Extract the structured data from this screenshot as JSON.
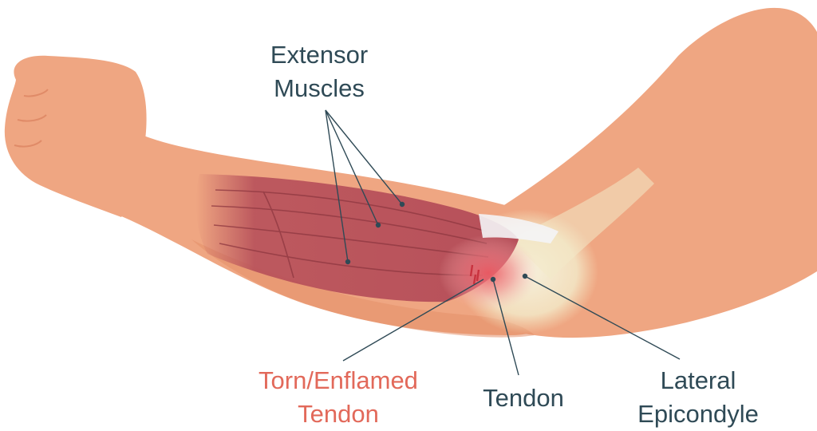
{
  "colors": {
    "skin": "#efa682",
    "skin_shadow": "#e48f6a",
    "muscle": "#b7505a",
    "muscle_dark": "#8e3740",
    "tendon": "#f2ecd4",
    "inflamed": "#ea5a63",
    "label": "#2f4a56",
    "label_highlight": "#e2695a",
    "leader_line": "#2f4a56"
  },
  "labels": {
    "extensor": [
      "Extensor",
      "Muscles"
    ],
    "torn": [
      "Torn/Enflamed",
      "Tendon"
    ],
    "tendon": "Tendon",
    "lateral": [
      "Lateral",
      "Epicondyle"
    ]
  }
}
